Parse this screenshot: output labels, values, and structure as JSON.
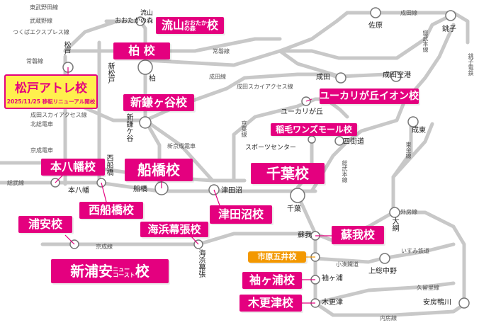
{
  "lines": {
    "tobu_noda": "東武野田線",
    "musashino": "武蔵野線",
    "tsukuba": "つくばエクスプレス線",
    "joban_top": "常磐線",
    "joban_left": "常磐線",
    "narita_line_mid": "成田線",
    "narita_line_top": "成田線",
    "narita_sky": "成田スカイアクセス線",
    "narita_sky_left": "成田スカイアクセス線",
    "hokuso": "北総電車",
    "keisei_left": "京成電車",
    "shin_keisei": "新京成電車",
    "keisei_line": "京成線",
    "sobu_left": "総武線",
    "sobu_main": "総武本線",
    "sobu_main2": "総武本線",
    "keiyo": "京葉線",
    "sotobo": "外房線",
    "kominato": "小湊鐵道",
    "isumi": "いすみ鉄道",
    "kururi": "久留里線",
    "uchibo": "内房線",
    "togane": "東金線",
    "choshi_elec": "銚子電鉄"
  },
  "stations": {
    "nagareyama_otakanomori": "流山\nおおたかの森",
    "matsudo": "松戸",
    "kashiwa": "柏",
    "shin_matsudo": "新松戸",
    "shin_kamagaya": "新鎌ケ谷",
    "nishifunabashi": "西船橋",
    "motoyawata": "本八幡",
    "funabashi": "船橋",
    "tsudanuma": "津田沼",
    "chiba": "千葉",
    "makuhari": "海浜幕張",
    "soga": "蘇我",
    "anegasaki": "袖ヶ浦",
    "kisarazu": "木更津",
    "narita": "成田",
    "narita_airport": "成田空港",
    "sawara": "佐原",
    "choshi": "銚子",
    "yukarigaoka": "ユーカリが丘",
    "sports_center": "スポーツセンター",
    "yotsukaido": "四街道",
    "naruto": "成東",
    "oami": "大網",
    "kazusa_nakano": "上総中野",
    "awa_kamogawa": "安房鴨川"
  },
  "schools": {
    "nagareyama": {
      "main": "流山",
      "sub1": "おおたか",
      "sub2": "の森",
      "suffix": "校"
    },
    "kashiwa": "柏 校",
    "matsudo_atre": {
      "name": "松戸アトレ校",
      "note": "2025/11/25 移転リニューアル開校"
    },
    "shinkamagaya": "新鎌ヶ谷校",
    "yukarigaoka_aeon": "ユーカリが丘イオン校",
    "inage": "稲毛ワンズモール校",
    "motoyawata": "本八幡校",
    "funabashi": "船橋校",
    "chiba": "千葉校",
    "nishifunabashi": "西船橋校",
    "tsudanuma": "津田沼校",
    "urayasu": "浦安校",
    "kaihin_makuhari": "海浜幕張校",
    "soga": "蘇我校",
    "shin_urayasu": {
      "main": "新浦安",
      "sub1": "ニュー",
      "sub2": "コースト",
      "suffix": "校"
    },
    "ichihara": "市原五井校",
    "sodegaura": "袖ヶ浦校",
    "kisarazu": "木更津校"
  },
  "colors": {
    "school": "#e4007f",
    "featured_bg": "#fff04d",
    "ichihara": "#f39800",
    "rail": "#c8c8c8"
  }
}
